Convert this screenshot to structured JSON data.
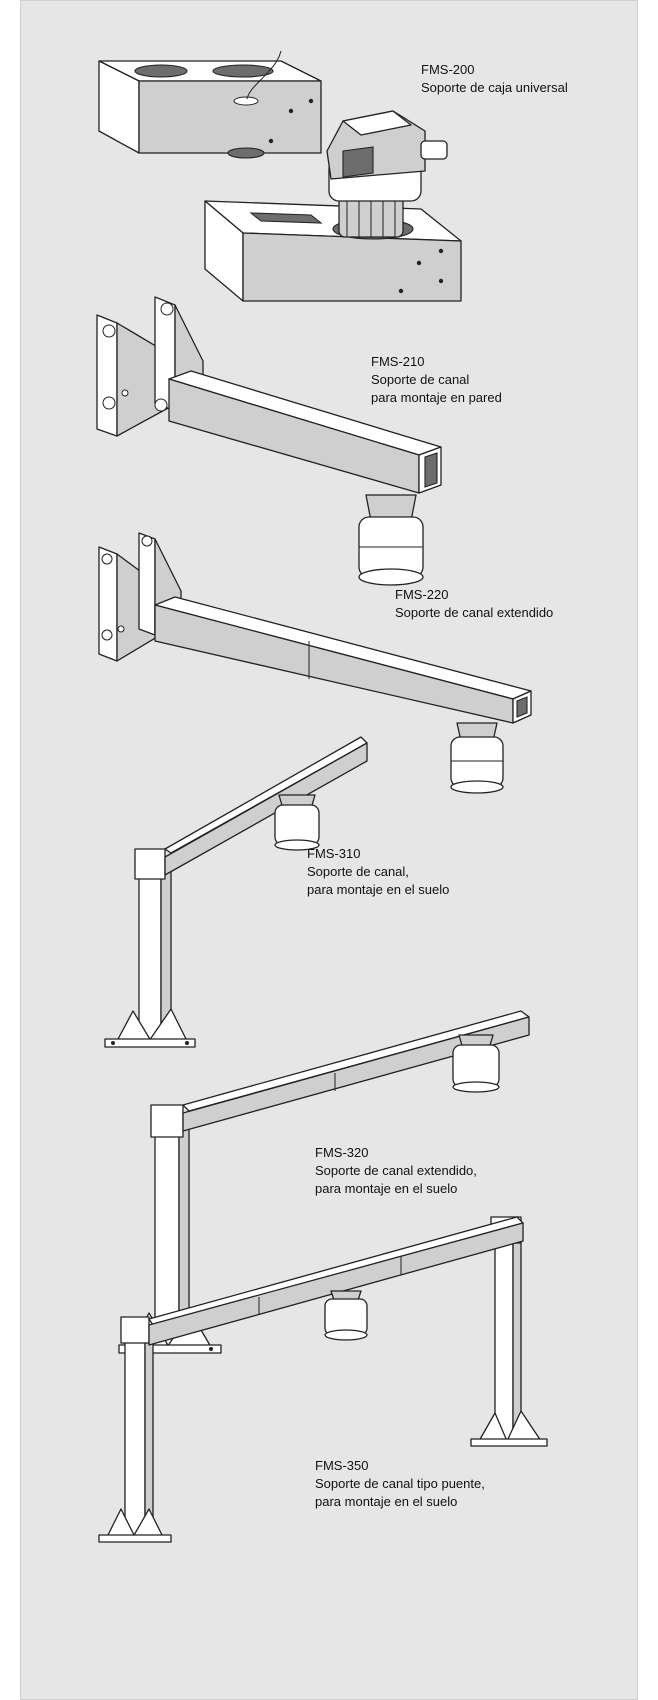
{
  "items": [
    {
      "code": "FMS-200",
      "description": [
        "Soporte de caja universal"
      ]
    },
    {
      "code": "FMS-210",
      "description": [
        "Soporte de canal",
        "para montaje en pared"
      ]
    },
    {
      "code": "FMS-220",
      "description": [
        "Soporte de canal extendido"
      ]
    },
    {
      "code": "FMS-310",
      "description": [
        "Soporte de canal,",
        "para montaje en el suelo"
      ]
    },
    {
      "code": "FMS-320",
      "description": [
        "Soporte de canal extendido,",
        "para montaje en el suelo"
      ]
    },
    {
      "code": "FMS-350",
      "description": [
        "Soporte de canal tipo puente,",
        "para montaje en el suelo"
      ]
    }
  ],
  "colors": {
    "panel": "#e6e6e6",
    "line": "#222222",
    "shade": "#cfcfcf",
    "dark": "#6d6d6d"
  }
}
